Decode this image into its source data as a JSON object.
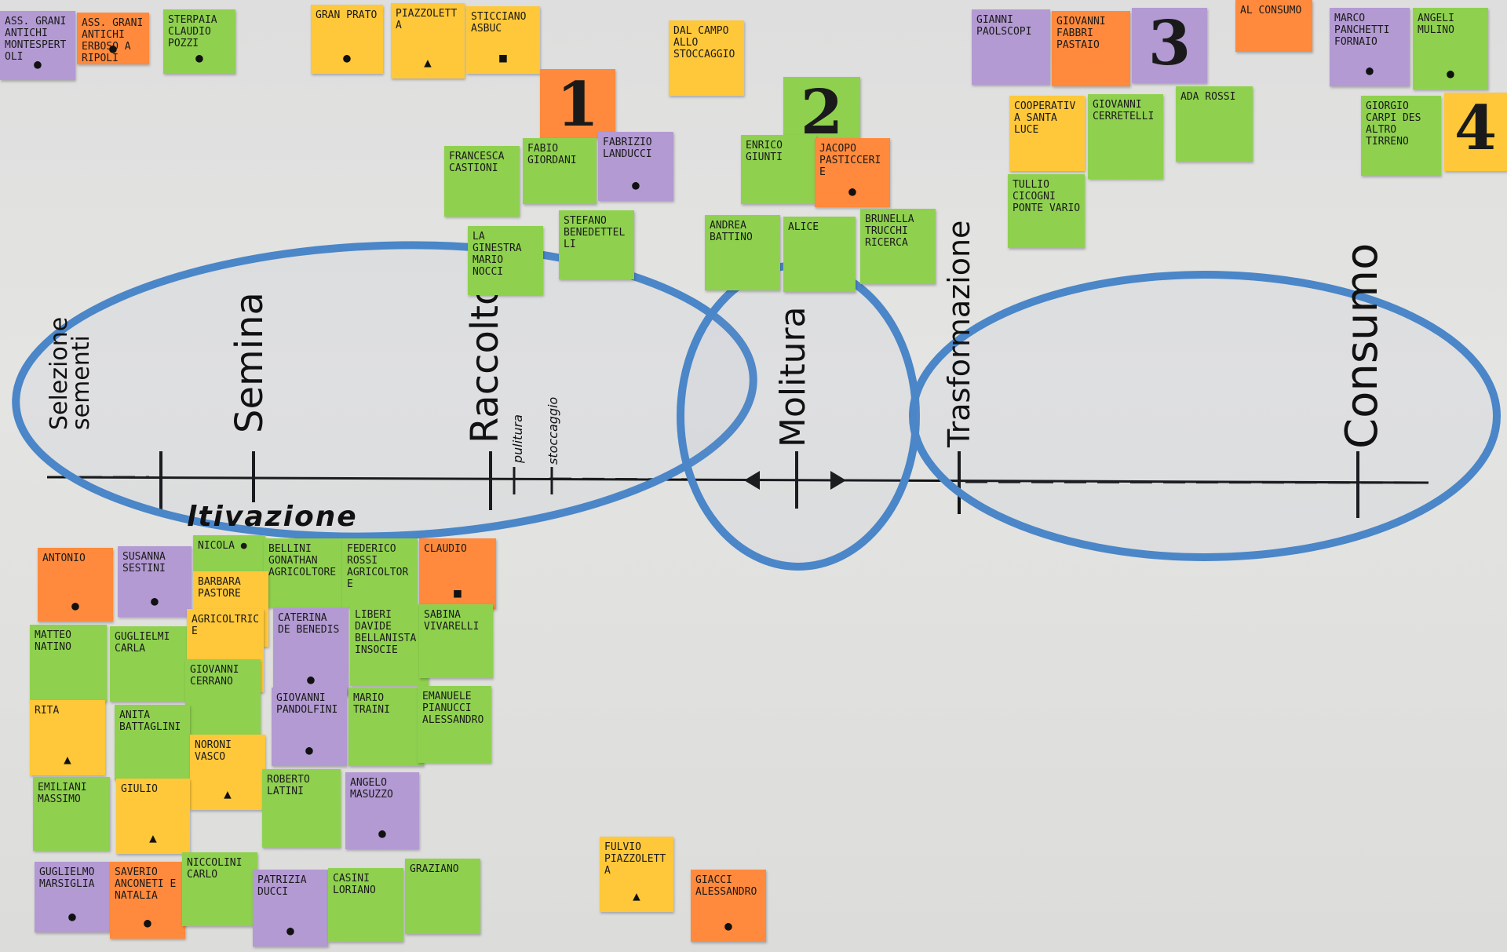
{
  "phases": {
    "selezione": "Selezione sementi",
    "semina": "Semina",
    "raccolto": "Raccolto",
    "pulitura": "pulitura",
    "stoccaggio": "stoccaggio",
    "molitura": "Molitura",
    "trasformazione": "Trasformazione",
    "consumo": "Consumo",
    "coltivazione": "ltivazione"
  },
  "notes": [
    {
      "text": "ASS. GRANI ANTICHI MONTESPERTOLI",
      "color": "purple",
      "mark": "●"
    },
    {
      "text": "ASS. GRANI ANTICHI ERBOSO A RIPOLI",
      "color": "orange",
      "mark": "●"
    },
    {
      "text": "STERPAIA CLAUDIO POZZI",
      "color": "green",
      "mark": "●"
    },
    {
      "text": "GRAN PRATO",
      "color": "yellow",
      "mark": "●"
    },
    {
      "text": "PIAZZOLETTA",
      "color": "yellow",
      "mark": "▲"
    },
    {
      "text": "STICCIANO ASBUC",
      "color": "yellow",
      "mark": "■"
    },
    {
      "text": "DAL CAMPO ALLO STOCCAGGIO",
      "color": "yellow",
      "mark": ""
    },
    {
      "text": "1",
      "color": "orange",
      "mark": ""
    },
    {
      "text": "FRANCESCA CASTIONI",
      "color": "green",
      "mark": ""
    },
    {
      "text": "FABIO GIORDANI",
      "color": "green",
      "mark": ""
    },
    {
      "text": "FABRIZIO LANDUCCI",
      "color": "purple",
      "mark": "●"
    },
    {
      "text": "LA GINESTRA MARIO NOCCI",
      "color": "green",
      "mark": ""
    },
    {
      "text": "STEFANO BENEDETTELLI",
      "color": "green",
      "mark": ""
    },
    {
      "text": "2",
      "color": "green",
      "mark": ""
    },
    {
      "text": "ENRICO GIUNTI",
      "color": "green",
      "mark": ""
    },
    {
      "text": "JACOPO PASTICCERIE",
      "color": "orange",
      "mark": "●"
    },
    {
      "text": "ANDREA BATTINO",
      "color": "green",
      "mark": ""
    },
    {
      "text": "ALICE",
      "color": "green",
      "mark": ""
    },
    {
      "text": "BRUNELLA TRUCCHI RICERCA",
      "color": "green",
      "mark": ""
    },
    {
      "text": "GIANNI PAOLSCOPI",
      "color": "purple",
      "mark": ""
    },
    {
      "text": "GIOVANNI FABBRI PASTAIO",
      "color": "orange",
      "mark": ""
    },
    {
      "text": "3",
      "color": "purple",
      "mark": ""
    },
    {
      "text": "AL CONSUMO",
      "color": "orange",
      "mark": ""
    },
    {
      "text": "MARCO PANCHETTI FORNAIO",
      "color": "purple",
      "mark": "●"
    },
    {
      "text": "ANGELI MULINO",
      "color": "green",
      "mark": "●"
    },
    {
      "text": "COOPERATIVA SANTA LUCE",
      "color": "yellow",
      "mark": ""
    },
    {
      "text": "GIOVANNI CERRETELLI",
      "color": "green",
      "mark": ""
    },
    {
      "text": "ADA ROSSI",
      "color": "green",
      "mark": ""
    },
    {
      "text": "GIORGIO CARPI DES ALTRO TIRRENO",
      "color": "green",
      "mark": ""
    },
    {
      "text": "4",
      "color": "yellow",
      "mark": ""
    },
    {
      "text": "TULLIO CICOGNI PONTE VARIO",
      "color": "green",
      "mark": ""
    },
    {
      "text": "ANTONIO",
      "color": "orange",
      "mark": "●"
    },
    {
      "text": "SUSANNA SESTINI",
      "color": "purple",
      "mark": "●"
    },
    {
      "text": "NICOLA ●",
      "color": "green",
      "mark": ""
    },
    {
      "text": "BELLINI GONATHAN AGRICOLTORE",
      "color": "green",
      "mark": ""
    },
    {
      "text": "FEDERICO ROSSI AGRICOLTORE",
      "color": "green",
      "mark": ""
    },
    {
      "text": "CLAUDIO",
      "color": "orange",
      "mark": "■"
    },
    {
      "text": "BARBARA PASTORE",
      "color": "yellow",
      "mark": ""
    },
    {
      "text": "MATTEO NATINO",
      "color": "green",
      "mark": ""
    },
    {
      "text": "GUGLIELMI CARLA",
      "color": "green",
      "mark": ""
    },
    {
      "text": "AGRICOLTRICE",
      "color": "yellow",
      "mark": "●"
    },
    {
      "text": "CATERINA DE BENEDIS",
      "color": "purple",
      "mark": "●"
    },
    {
      "text": "LIBERI DAVIDE BELLANISTA INSOCIE",
      "color": "green",
      "mark": ""
    },
    {
      "text": "SABINA VIVARELLI",
      "color": "green",
      "mark": ""
    },
    {
      "text": "GIOVANNI CERRANO",
      "color": "green",
      "mark": ""
    },
    {
      "text": "RITA",
      "color": "yellow",
      "mark": "▲"
    },
    {
      "text": "ANITA BATTAGLINI",
      "color": "green",
      "mark": ""
    },
    {
      "text": "GIOVANNI PANDOLFINI",
      "color": "purple",
      "mark": "●"
    },
    {
      "text": "MARIO TRAINI",
      "color": "green",
      "mark": ""
    },
    {
      "text": "EMANUELE PIANUCCI ALESSANDRO",
      "color": "green",
      "mark": ""
    },
    {
      "text": "NORONI VASCO",
      "color": "yellow",
      "mark": "▲"
    },
    {
      "text": "EMILIANI MASSIMO",
      "color": "green",
      "mark": ""
    },
    {
      "text": "GIULIO",
      "color": "yellow",
      "mark": "▲"
    },
    {
      "text": "ROBERTO LATINI",
      "color": "green",
      "mark": ""
    },
    {
      "text": "ANGELO MASUZZO",
      "color": "purple",
      "mark": "●"
    },
    {
      "text": "GUGLIELMO MARSIGLIA",
      "color": "purple",
      "mark": "●"
    },
    {
      "text": "SAVERIO ANCONETI E NATALIA",
      "color": "orange",
      "mark": "●"
    },
    {
      "text": "NICCOLINI CARLO",
      "color": "green",
      "mark": ""
    },
    {
      "text": "PATRIZIA DUCCI",
      "color": "purple",
      "mark": "●"
    },
    {
      "text": "CASINI LORIANO",
      "color": "green",
      "mark": ""
    },
    {
      "text": "GRAZIANO",
      "color": "green",
      "mark": ""
    },
    {
      "text": "FULVIO PIAZZOLETTA",
      "color": "yellow",
      "mark": "▲"
    },
    {
      "text": "GIACCI ALESSANDRO",
      "color": "orange",
      "mark": "●"
    }
  ]
}
